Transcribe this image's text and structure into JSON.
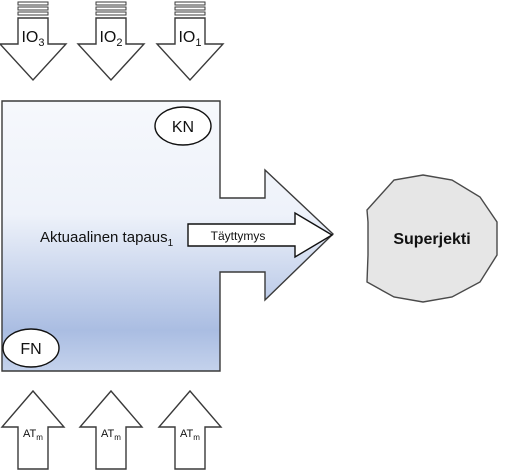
{
  "colors": {
    "stroke": "#3a3a3a",
    "main_shape_top": "#f4f7fc",
    "main_shape_bottom": "#a9bde3",
    "octagon_fill": "#e6e6e6",
    "text": "#111111"
  },
  "top_arrows": [
    {
      "label": "IO",
      "sub": "3"
    },
    {
      "label": "IO",
      "sub": "2"
    },
    {
      "label": "IO",
      "sub": "1"
    }
  ],
  "bottom_arrows": [
    {
      "label": "AT",
      "sub": "m"
    },
    {
      "label": "AT",
      "sub": "m"
    },
    {
      "label": "AT",
      "sub": "m"
    }
  ],
  "main": {
    "title": "Aktuaalinen tapaus",
    "title_sub": "1",
    "kn_label": "KN",
    "fn_label": "FN",
    "inner_arrow_label": "Täyttymys"
  },
  "target": {
    "label": "Superjekti"
  }
}
